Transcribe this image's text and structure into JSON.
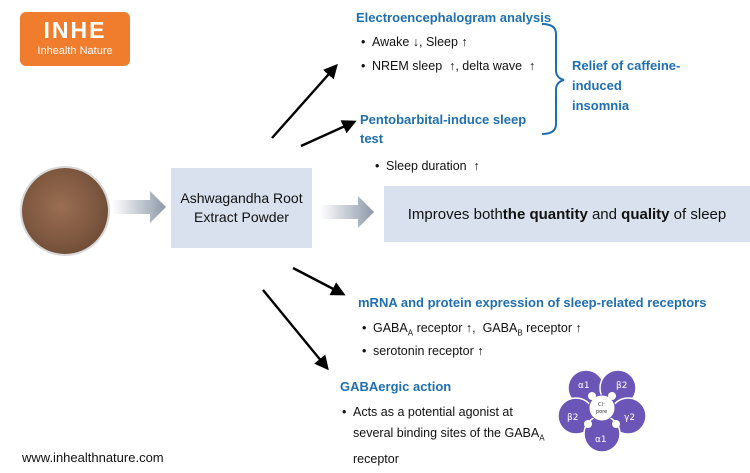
{
  "logo": {
    "mark": "INHE",
    "subtitle": "Inhealth Nature"
  },
  "center": {
    "line1": "Ashwagandha Root",
    "line2": "Extract Powder"
  },
  "result": {
    "prefix": "Improves both ",
    "quantity": "the quantity",
    "middle": " and ",
    "quality": "quality",
    "suffix": " of sleep"
  },
  "eeg": {
    "title": "Electroencephalogram analysis",
    "b1_text": "Awake ↓, Sleep ↑",
    "b2_text": "NREM sleep  ↑, delta wave  ↑"
  },
  "pento": {
    "title_line1": "Pentobarbital-induce sleep",
    "title_line2": "test",
    "b1_text": "Sleep duration  ↑"
  },
  "relief": {
    "line1": "Relief of caffeine-",
    "line2": "induced",
    "line3": "insomnia"
  },
  "mrna": {
    "title": "mRNA and protein expression of sleep-related receptors",
    "b1_prefix": "GABA",
    "b1_sub1": "A",
    "b1_mid": " receptor ↑,  GABA",
    "b1_sub2": "B",
    "b1_suffix": " receptor ↑",
    "b2_text": "serotonin receptor ↑"
  },
  "gaba": {
    "title": "GABAergic action",
    "line1": "Acts as a potential agonist at",
    "line2_prefix": "several binding sites of the GABA",
    "line2_sub": "A",
    "line3": "receptor"
  },
  "receptor": {
    "sub_a1_top": "α1",
    "sub_b2_right": "β2",
    "sub_b2_left": "β2",
    "sub_g2": "γ2",
    "sub_a1_bottom": "α1",
    "pore_line1": "Cl⁻",
    "pore_line2": "pore"
  },
  "bullet_symbol": "•",
  "website": "www.inhealthnature.com",
  "colors": {
    "accent": "#1f6fb1",
    "logo_bg": "#ef7d2d",
    "box_fill": "#d8e1ed",
    "subunit": "#6b55b6"
  }
}
